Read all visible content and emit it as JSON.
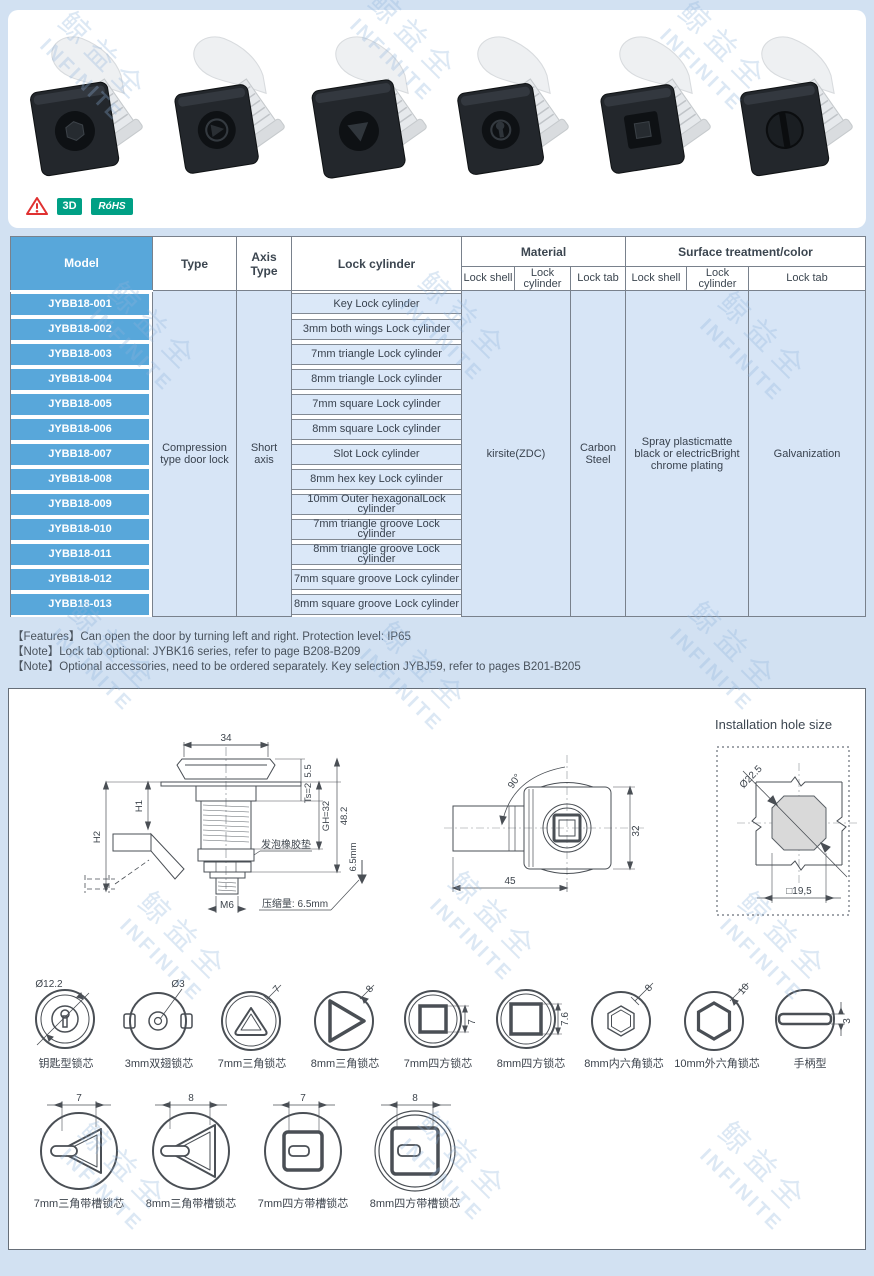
{
  "watermark": {
    "cn": "鲸益全",
    "en": "INFINITE"
  },
  "badges": {
    "warning": "!",
    "threed": "3D",
    "rohs": "RóHS"
  },
  "table": {
    "headers": {
      "model": "Model",
      "type": "Type",
      "axis": "Axis Type",
      "cylinder": "Lock cylinder",
      "material": "Material",
      "surface": "Surface treatment/color",
      "lock_shell": "Lock shell",
      "lock_cylinder": "Lock cylinder",
      "lock_tab": "Lock tab"
    },
    "merged": {
      "type": "Compression type door lock",
      "axis": "Short axis",
      "material_main": "kirsite(ZDC)",
      "material_tab": "Carbon Steel",
      "surface_main": "Spray plasticmatte black or electricBright chrome plating",
      "surface_tab": "Galvanization"
    },
    "rows": [
      {
        "model": "JYBB18-001",
        "cylinder": "Key Lock cylinder"
      },
      {
        "model": "JYBB18-002",
        "cylinder": "3mm both wings Lock cylinder"
      },
      {
        "model": "JYBB18-003",
        "cylinder": "7mm triangle Lock cylinder"
      },
      {
        "model": "JYBB18-004",
        "cylinder": "8mm triangle Lock cylinder"
      },
      {
        "model": "JYBB18-005",
        "cylinder": "7mm square Lock cylinder"
      },
      {
        "model": "JYBB18-006",
        "cylinder": "8mm square Lock cylinder"
      },
      {
        "model": "JYBB18-007",
        "cylinder": "Slot Lock cylinder"
      },
      {
        "model": "JYBB18-008",
        "cylinder": "8mm hex key Lock cylinder"
      },
      {
        "model": "JYBB18-009",
        "cylinder": "10mm Outer hexagonalLock cylinder"
      },
      {
        "model": "JYBB18-010",
        "cylinder": "7mm triangle  groove Lock cylinder"
      },
      {
        "model": "JYBB18-011",
        "cylinder": "8mm triangle  groove Lock cylinder"
      },
      {
        "model": "JYBB18-012",
        "cylinder": "7mm square  groove Lock cylinder"
      },
      {
        "model": "JYBB18-013",
        "cylinder": "8mm square  groove Lock cylinder"
      }
    ]
  },
  "notes": [
    "【Features】Can open the door by turning left and right. Protection level: IP65",
    "【Note】Lock tab optional: JYBK16 series, refer to page B208-B209",
    "【Note】Optional accessories, need to be ordered separately. Key selection JYBJ59, refer to pages B201-B205"
  ],
  "drawings": {
    "side_view": {
      "width": "34",
      "cap": "5.5",
      "ts": "Ts=2",
      "gh": "GH=32",
      "total": "48.2",
      "h1": "H1",
      "h2": "H2",
      "thread": "M6",
      "pad_label": "发泡橡胶垫",
      "compression": "压缩量: 6.5mm",
      "compression_dim": "6.5mm"
    },
    "front_view": {
      "angle": "90°",
      "width": "45",
      "height": "32"
    },
    "installation": {
      "title": "Installation hole size",
      "diameter": "Ø22.5",
      "square": "□19,5"
    }
  },
  "cylinders": {
    "row1": [
      {
        "label": "钥匙型锁芯",
        "dim": "Ø12.2"
      },
      {
        "label": "3mm双翅锁芯",
        "dim": "Ø3"
      },
      {
        "label": "7mm三角锁芯",
        "dim": "7"
      },
      {
        "label": "8mm三角锁芯",
        "dim": "8"
      },
      {
        "label": "7mm四方锁芯",
        "dim": "7"
      },
      {
        "label": "8mm四方锁芯",
        "dim": "7.6"
      },
      {
        "label": "8mm内六角锁芯",
        "dim": "8"
      },
      {
        "label": "10mm外六角锁芯",
        "dim": "10"
      },
      {
        "label": "手柄型",
        "dim": "3"
      }
    ],
    "row2": [
      {
        "label": "7mm三角带槽锁芯",
        "dim": "7"
      },
      {
        "label": "8mm三角带槽锁芯",
        "dim": "8"
      },
      {
        "label": "7mm四方带槽锁芯",
        "dim": "7"
      },
      {
        "label": "8mm四方带槽锁芯",
        "dim": "8"
      }
    ]
  },
  "colors": {
    "page_bg": "#d2e1f2",
    "header_blue": "#58a7da",
    "body_blue": "#d7e5f6",
    "badge_teal": "#00a085",
    "warning_red": "#e03131"
  }
}
